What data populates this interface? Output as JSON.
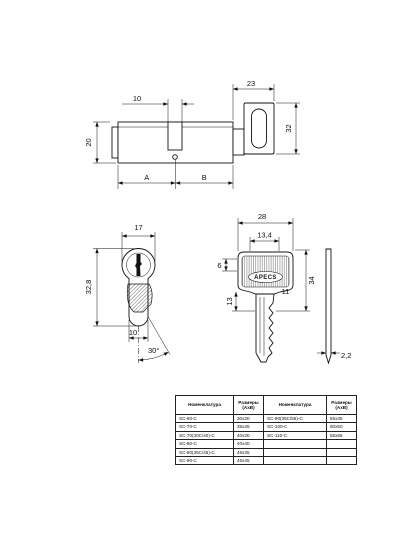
{
  "side_view": {
    "dim_cam": "10",
    "dim_turn_length": "23",
    "dim_turn_height": "32",
    "dim_body_height": "20",
    "dim_a": "A",
    "dim_b": "B"
  },
  "front_view": {
    "dim_diameter": "17",
    "dim_height": "32,8",
    "dim_foot": "10",
    "dim_angle": "30°"
  },
  "key": {
    "brand": "APECS",
    "dim_head_width": "28",
    "dim_inner_width": "13,4",
    "dim_6": "6",
    "dim_11": "11",
    "dim_13": "13",
    "dim_34": "34",
    "dim_thickness": "2,2"
  },
  "table": {
    "headers": [
      "Номенклатура",
      "Размеры (AxB)",
      "Номенклатура",
      "Размеры (AxB)"
    ],
    "rows": [
      [
        "SC-60-C",
        "30x30",
        "SC-90(35C/55)-C",
        "55x35"
      ],
      [
        "SC-70-C",
        "35x35",
        "SC-100-C",
        "50x50"
      ],
      [
        "SC-70(30C/40)-C",
        "40x30",
        "SC-110-C",
        "55x55"
      ],
      [
        "SC-80-C",
        "40x40",
        "",
        ""
      ],
      [
        "SC-80(35C/45)-C",
        "45x35",
        "",
        ""
      ],
      [
        "SC-90-C",
        "45x45",
        "",
        ""
      ]
    ]
  }
}
